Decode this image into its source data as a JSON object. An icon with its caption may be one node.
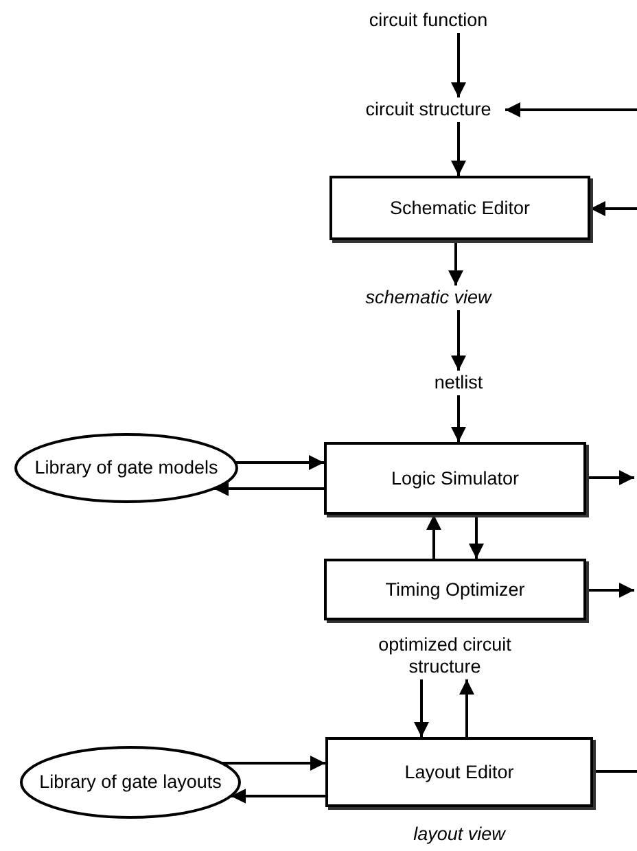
{
  "diagram": {
    "nodes": [
      {
        "text": [
          "circuit function"
        ]
      },
      {
        "text": [
          "circuit structure"
        ]
      },
      {
        "text": [
          "Schematic Editor"
        ]
      },
      {
        "text": [
          "schematic view"
        ]
      },
      {
        "text": [
          "netlist"
        ]
      },
      {
        "text": [
          "Library of gate models"
        ]
      },
      {
        "text": [
          "Logic Simulator"
        ]
      },
      {
        "text": [
          "Timing Optimizer"
        ]
      },
      {
        "text": [
          "optimized circuit structure"
        ]
      },
      {
        "text": [
          "Library of gate layouts"
        ]
      },
      {
        "text": [
          "Layout Editor"
        ],
        "beside": [
          "layout view"
        ]
      }
    ],
    "edges": [
      {
        "from": 0,
        "to": 1,
        "arrow": "to"
      },
      {
        "from": 1,
        "to": 2,
        "arrow": "to"
      },
      {
        "from": 2,
        "to": 3,
        "arrow": "to"
      },
      {
        "from": 3,
        "to": 4,
        "arrow": "to"
      },
      {
        "from": 4,
        "to": 6,
        "arrow": "to"
      },
      {
        "from": 5,
        "to": 6,
        "arrow": "to"
      },
      {
        "from": 6,
        "to": 5,
        "arrow": "to"
      },
      {
        "from": 7,
        "to": 6,
        "arrow": "to"
      },
      {
        "from": 6,
        "to": 7,
        "arrow": "to"
      },
      {
        "from": 8,
        "to": 10,
        "arrow": "to"
      },
      {
        "from": 10,
        "to": 8,
        "arrow": "to"
      },
      {
        "from": 9,
        "to": 10,
        "arrow": "to"
      },
      {
        "from": 10,
        "to": 9,
        "arrow": "to"
      },
      {
        "from": null,
        "to": 1,
        "arrow": "to"
      },
      {
        "from": null,
        "to": 2,
        "arrow": "to"
      },
      {
        "from": 6,
        "to": null,
        "arrow": "to"
      },
      {
        "from": 7,
        "to": null,
        "arrow": "to"
      },
      {
        "from": 10,
        "to": null,
        "arrow": "none"
      }
    ]
  }
}
